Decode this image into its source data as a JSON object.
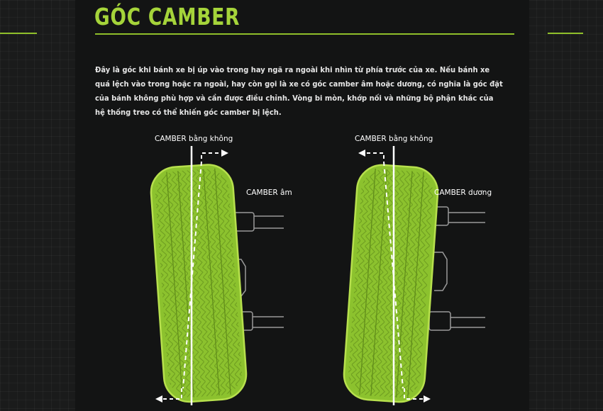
{
  "header": {
    "title": "GÓC CAMBER"
  },
  "description": "Đây là góc khi bánh xe bị úp vào trong hay ngã ra ngoài khi nhìn từ phía trước của xe. Nếu bánh xe quá lệch vào trong hoặc ra ngoài, hay còn gọi là xe có góc camber âm hoặc dương, có nghĩa là góc đặt của bánh không phù hợp và cần được điều chỉnh. Vòng bi mòn, khớp nối và những bộ phận khác của hệ thống treo có thể khiến góc camber bị lệch.",
  "diagram": {
    "left": {
      "zero_label": "CAMBER bằng không",
      "type_label": "CAMBER âm"
    },
    "right": {
      "zero_label": "CAMBER bằng không",
      "type_label": "CAMBER dương"
    }
  },
  "colors": {
    "accent": "#a5d43a",
    "tire_fill": "#8cc22e",
    "tire_outline": "#b7e04d",
    "background": "#1a1b1b",
    "panel": "#131414"
  }
}
